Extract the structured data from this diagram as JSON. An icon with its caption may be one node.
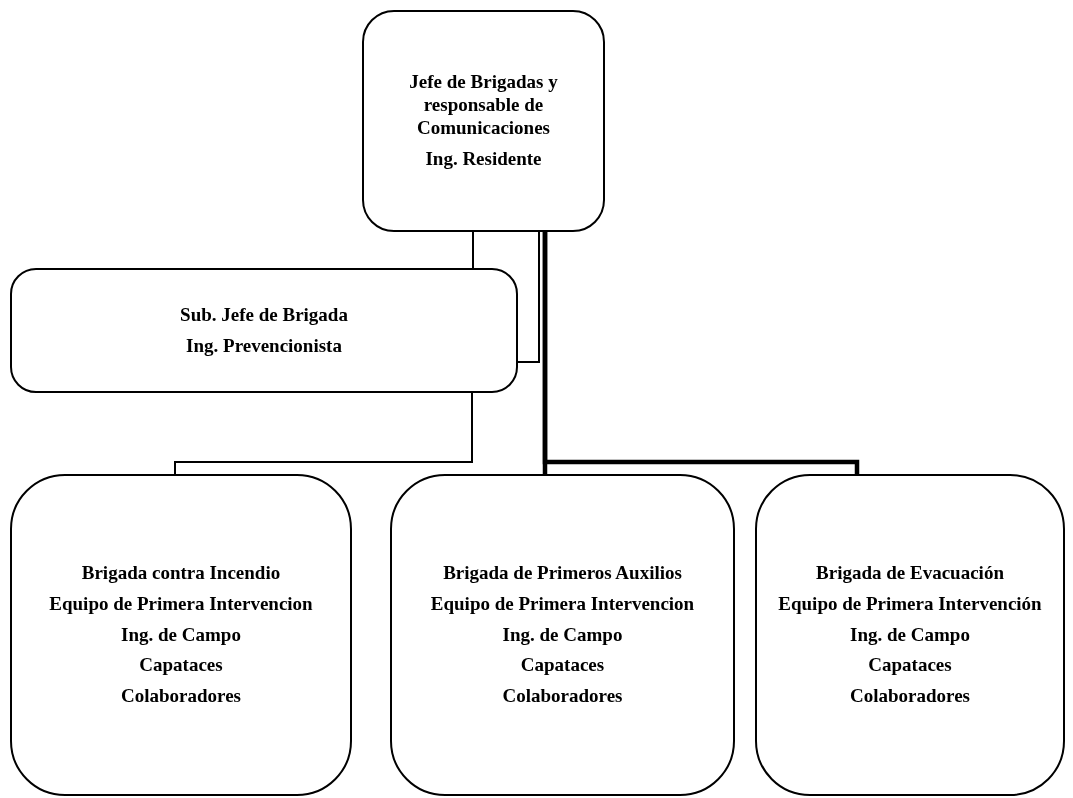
{
  "diagram": {
    "nodes": [
      {
        "text": [
          "Jefe de Brigadas y responsable de Comunicaciones",
          "Ing. Residente"
        ]
      },
      {
        "text": [
          "Sub. Jefe de Brigada",
          "Ing. Prevencionista"
        ]
      },
      {
        "text": [
          "Brigada contra Incendio",
          "Equipo de Primera Intervencion",
          "Ing. de Campo",
          "Capataces",
          "Colaboradores"
        ]
      },
      {
        "text": [
          "Brigada de Primeros Auxilios",
          "Equipo de Primera Intervencion",
          "Ing. de Campo",
          "Capataces",
          "Colaboradores"
        ]
      },
      {
        "text": [
          "Brigada de Evacuación",
          "Equipo de Primera Intervención",
          "Ing. de Campo",
          "Capataces",
          "Colaboradores"
        ]
      }
    ],
    "edges": [
      {
        "from": 0,
        "to": 1,
        "arrow": "none"
      },
      {
        "from": 0,
        "to": 1,
        "arrow": "none"
      },
      {
        "from": 1,
        "to": 2,
        "arrow": "none"
      },
      {
        "from": 0,
        "to": 3,
        "arrow": "none",
        "style": "thick"
      },
      {
        "from": 0,
        "to": 4,
        "arrow": "none",
        "style": "thick"
      }
    ]
  }
}
